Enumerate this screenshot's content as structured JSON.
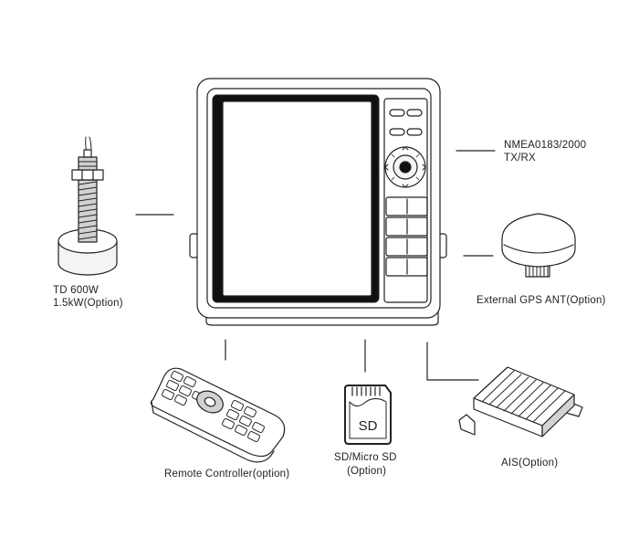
{
  "labels": {
    "nmea_line1": "NMEA0183/2000",
    "nmea_line2": "TX/RX",
    "td_line1": "TD 600W",
    "td_line2": "1.5kW(Option)",
    "gps": "External GPS ANT(Option)",
    "remote": "Remote Controller(option)",
    "sd_line1": "SD/Micro SD",
    "sd_line2": "(Option)",
    "sd_card_text": "SD",
    "ais": "AIS(Option)"
  },
  "colors": {
    "stroke": "#222222",
    "gray_fill": "#d2d2d2",
    "light_fill": "#f4f4f4"
  }
}
